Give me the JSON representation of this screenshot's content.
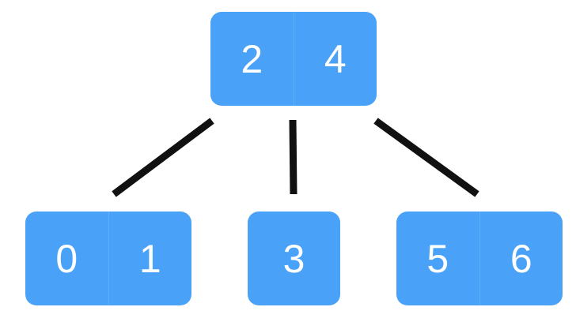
{
  "colors": {
    "node_fill": "#4aa2f8",
    "node_text": "#ffffff",
    "edge_stroke": "#111111"
  },
  "tree": {
    "root": {
      "keys": [
        "2",
        "4"
      ]
    },
    "children": [
      {
        "keys": [
          "0",
          "1"
        ]
      },
      {
        "keys": [
          "3"
        ]
      },
      {
        "keys": [
          "5",
          "6"
        ]
      }
    ]
  }
}
